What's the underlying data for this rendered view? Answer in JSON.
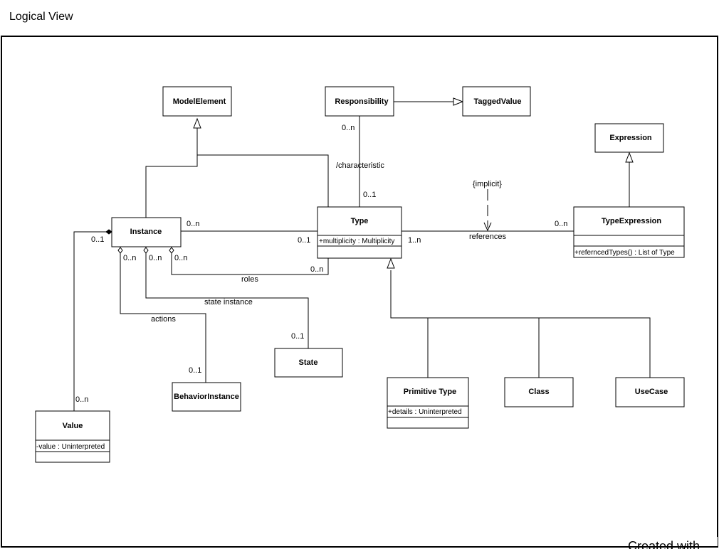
{
  "title": "Logical View",
  "footer_text": "Created with",
  "classes": {
    "model_element": {
      "name": "ModelElement"
    },
    "responsibility": {
      "name": "Responsibility"
    },
    "tagged_value": {
      "name": "TaggedValue"
    },
    "expression": {
      "name": "Expression"
    },
    "instance": {
      "name": "Instance"
    },
    "type": {
      "name": "Type",
      "attribute": "+multiplicity : Multiplicity"
    },
    "type_expression": {
      "name": "TypeExpression",
      "operation": "+referncedTypes() : List of Type"
    },
    "state": {
      "name": "State"
    },
    "behavior_instance": {
      "name": "BehaviorInstance"
    },
    "value": {
      "name": "Value",
      "attribute": "-value : Uninterpreted"
    },
    "primitive_type": {
      "name": "Primitive Type",
      "attribute": "+details : Uninterpreted"
    },
    "class": {
      "name": "Class"
    },
    "use_case": {
      "name": "UseCase"
    }
  },
  "labels": {
    "resp_mult": "0..n",
    "characteristic": "/characteristic",
    "type_char_mult": "0..1",
    "implicit": "{implicit}",
    "instance_type_left": "0..n",
    "instance_type_right": "0..1",
    "type_refs_mult": "1..n",
    "references": "references",
    "texpr_mult": "0..n",
    "instance_value_mult": "0..1",
    "actions_mult": "0..n",
    "state_inst_mult": "0..n",
    "roles_mult": "0..n",
    "roles": "roles",
    "type_roles_mult": "0..n",
    "state_instance": "state instance",
    "actions": "actions",
    "state_mult": "0..1",
    "behavior_mult": "0..1",
    "value_mult": "0..n"
  }
}
